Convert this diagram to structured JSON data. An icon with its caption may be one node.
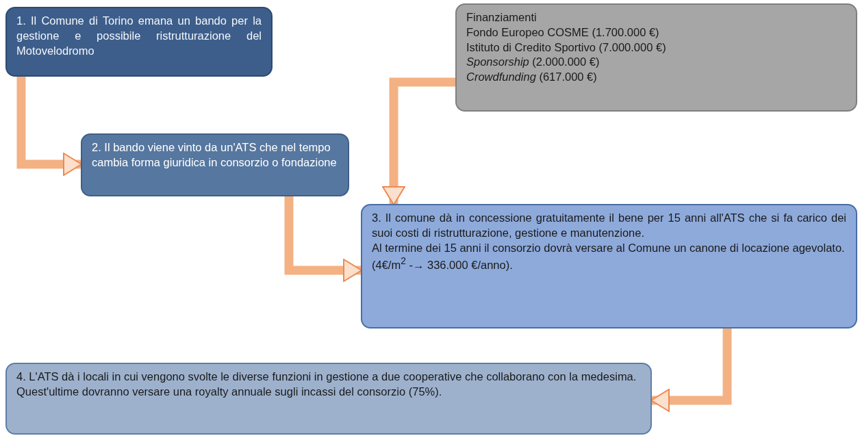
{
  "diagram": {
    "nodes": [
      {
        "text": [
          "1. Il Comune di Torino emana un bando per la gestione e possibile ristrutturazione del Motovelodromo"
        ]
      },
      {
        "text": [
          "2. Il bando viene vinto da un'ATS che nel tempo cambia forma giuridica in consorzio o fondazione"
        ]
      },
      {
        "text": [
          "Finanziamenti",
          "Fondo Europeo COSME (1.700.000 €)",
          "Istituto di Credito Sportivo (7.000.000 €)",
          "*Sponsorship* (2.000.000 €)",
          "*Crowdfunding* (617.000 €)"
        ]
      },
      {
        "text": [
          "3. Il comune dà in concessione gratuitamente il bene per 15 anni all'ATS che si fa carico dei suoi costi di ristrutturazione, gestione e manutenzione.",
          "Al termine dei 15 anni il consorzio dovrà versare al Comune un canone di locazione agevolato.",
          "(4€/m$^{2}$ -→ 336.000 €/anno)."
        ]
      },
      {
        "text": [
          "4. L'ATS dà i locali in cui vengono svolte le diverse funzioni in gestione a due cooperative che collaborano con la medesima.",
          "Quest'ultime dovranno versare una royalty annuale sugli incassi del consorzio (75%)."
        ]
      }
    ],
    "edges": [
      {
        "from": 0,
        "to": 1,
        "arrow": "to"
      },
      {
        "from": 2,
        "to": 3,
        "arrow": "to"
      },
      {
        "from": 1,
        "to": 3,
        "arrow": "to"
      },
      {
        "from": 3,
        "to": 4,
        "arrow": "to"
      }
    ]
  }
}
